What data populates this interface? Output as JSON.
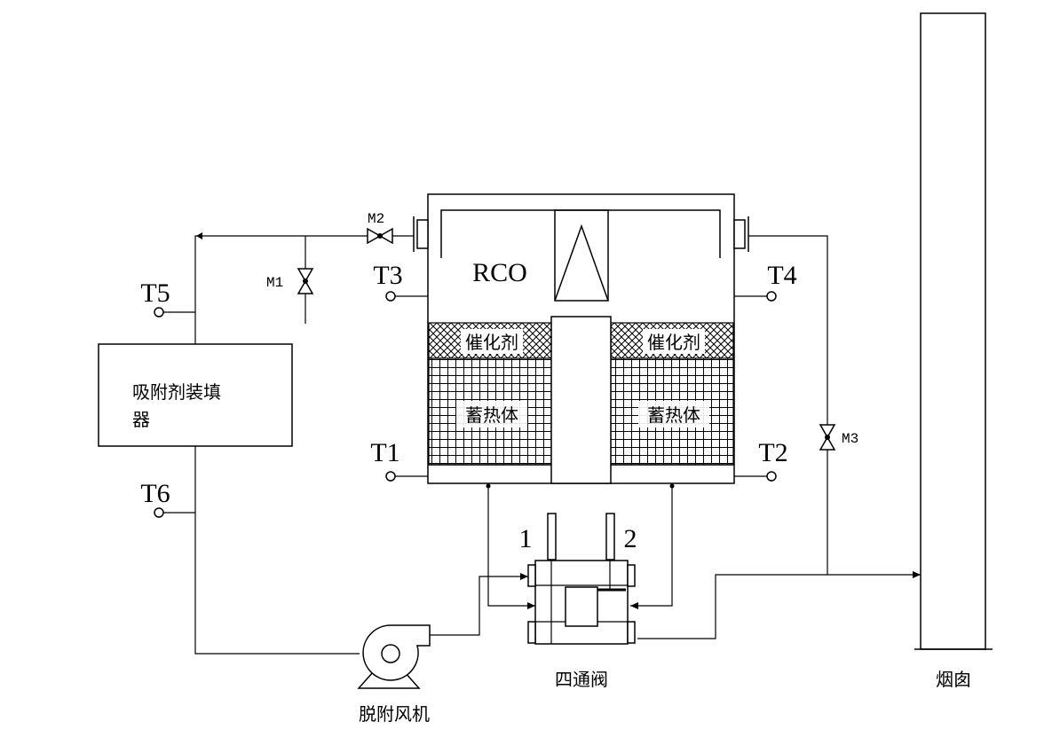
{
  "labels": {
    "rco": "RCO",
    "catalyst_left": "催化剂",
    "catalyst_right": "催化剂",
    "storage_left": "蓄热体",
    "storage_right": "蓄热体",
    "adsorbent_line1": "吸附剂装填",
    "adsorbent_line2": "器",
    "four_way_valve": "四通阀",
    "desorption_fan": "脱附风机",
    "chimney": "烟囱",
    "port_1": "1",
    "port_2": "2"
  },
  "sensors": {
    "t1": "T1",
    "t2": "T2",
    "t3": "T3",
    "t4": "T4",
    "t5": "T5",
    "t6": "T6"
  },
  "valves": {
    "m1": "M1",
    "m2": "M2",
    "m3": "M3"
  }
}
